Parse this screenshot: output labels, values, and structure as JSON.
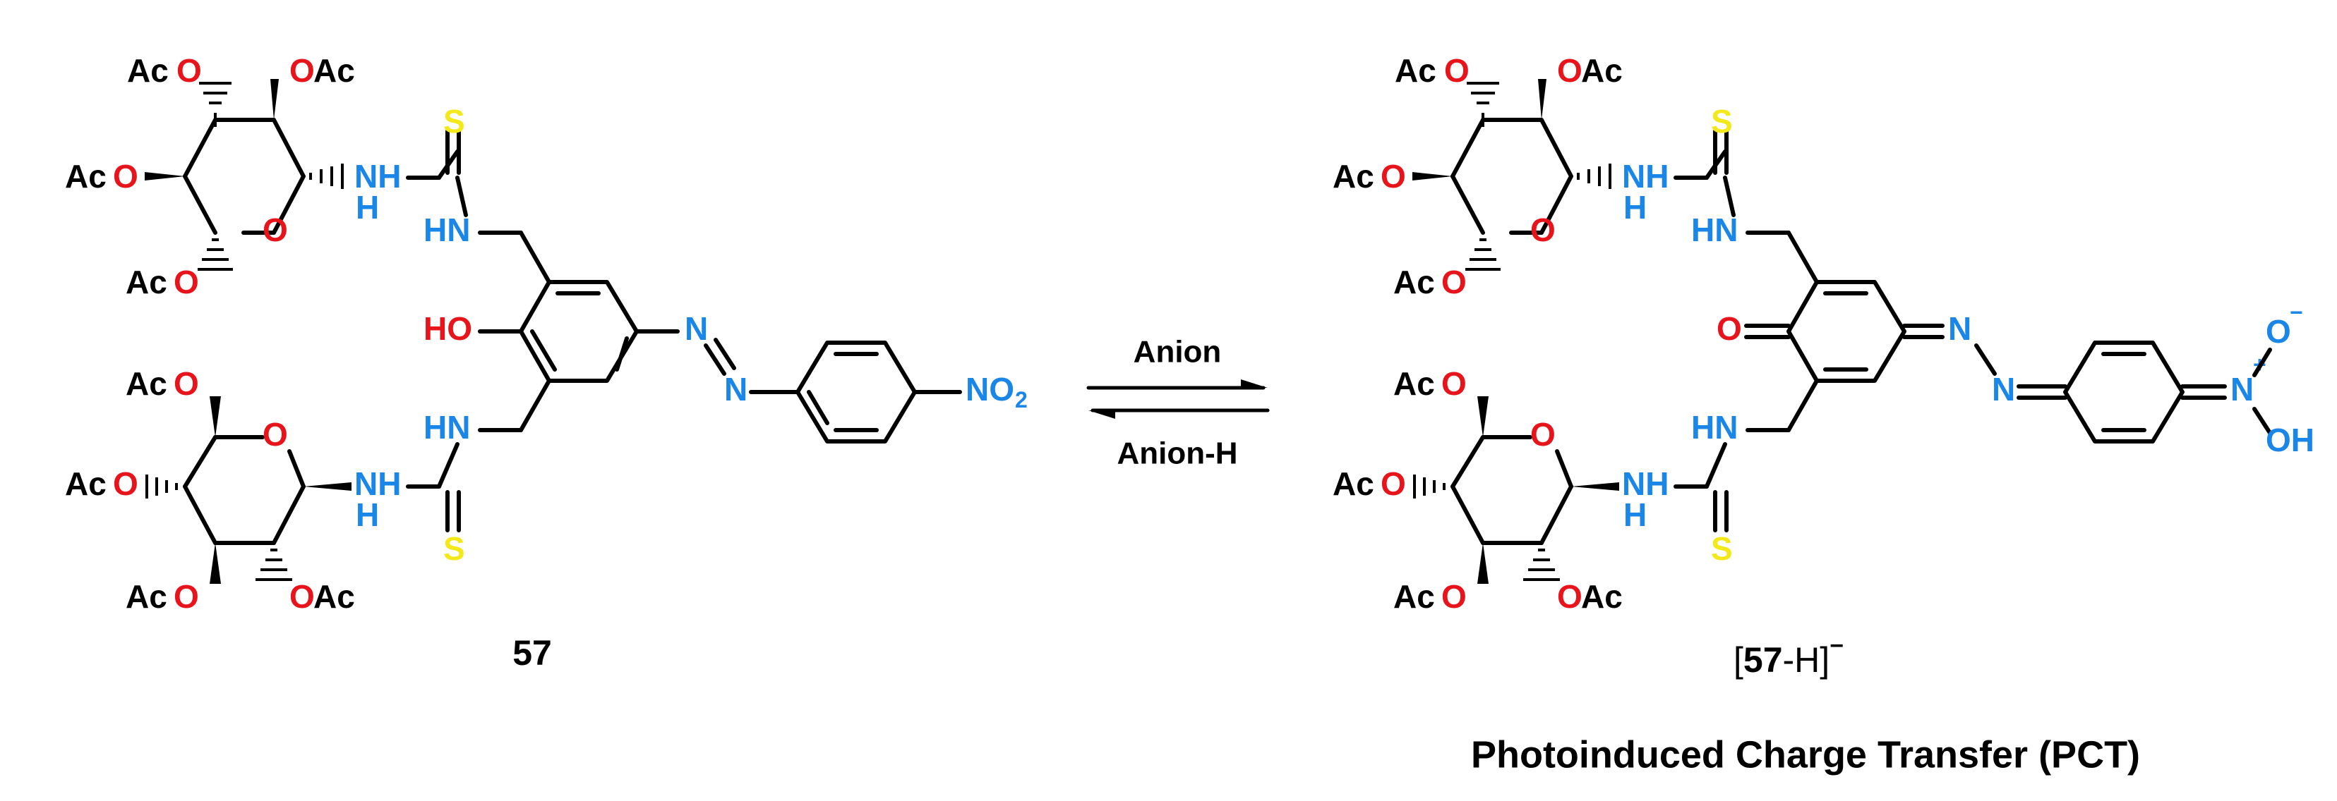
{
  "colors": {
    "oxygen": "#e8141b",
    "nitrogen": "#1a86e8",
    "sulfur": "#f2e81a",
    "bond": "#000000"
  },
  "atoms": {
    "acetoxy": "OAc",
    "acetoxy_left": "AcO",
    "acetoxy_ac": "Ac",
    "oxygen": "O",
    "sulfur": "S",
    "nh": "NH",
    "h": "H",
    "n": "N",
    "hn": "HN",
    "hydroxy": "HO",
    "nitro_group": "NO",
    "nitro_subscript": "2",
    "nitro_plus": "+",
    "oxide_minus": "−",
    "hydroxyl_o": "OH"
  },
  "left_structure": {
    "label": "57"
  },
  "right_structure": {
    "label_open": "[",
    "label_number": "57",
    "label_rest": "-H]",
    "label_charge": "−"
  },
  "equilibrium": {
    "forward_label": "Anion",
    "reverse_label": "Anion-H"
  },
  "caption": "Photoinduced Charge Transfer (PCT)"
}
